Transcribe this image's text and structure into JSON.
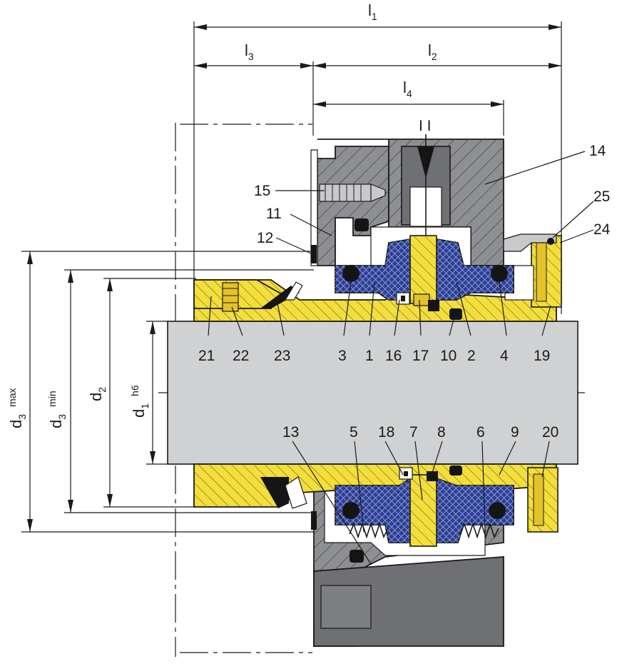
{
  "colors": {
    "housing": "#8e8f92",
    "housing_dark": "#6f7073",
    "shaft": "#d0d1d3",
    "brass": "#f2de3c",
    "brass_dark": "#c7a918",
    "seal_face": "#2d3f92",
    "oring": "#151515",
    "spring": "#e8e8e8"
  },
  "dimensions": {
    "l1": {
      "main": "l",
      "sub": "1"
    },
    "l2": {
      "main": "l",
      "sub": "2"
    },
    "l3": {
      "main": "l",
      "sub": "3"
    },
    "l4": {
      "main": "l",
      "sub": "4"
    },
    "d1": {
      "main": "d",
      "sub": "1",
      "sup": "h6"
    },
    "d2": {
      "main": "d",
      "sub": "2"
    },
    "d3min": {
      "main": "d",
      "sub": "3",
      "sup": "min"
    },
    "d3max": {
      "main": "d",
      "sub": "3",
      "sup": "max"
    },
    "flow": "I I"
  },
  "parts_upper": [
    "21",
    "22",
    "23",
    "3",
    "1",
    "16",
    "17",
    "10",
    "2",
    "4",
    "19"
  ],
  "parts_lower": [
    "13",
    "5",
    "18",
    "7",
    "8",
    "6",
    "9",
    "20"
  ],
  "parts_right": [
    "14",
    "25",
    "24"
  ],
  "parts_left": [
    "15",
    "11",
    "12"
  ]
}
